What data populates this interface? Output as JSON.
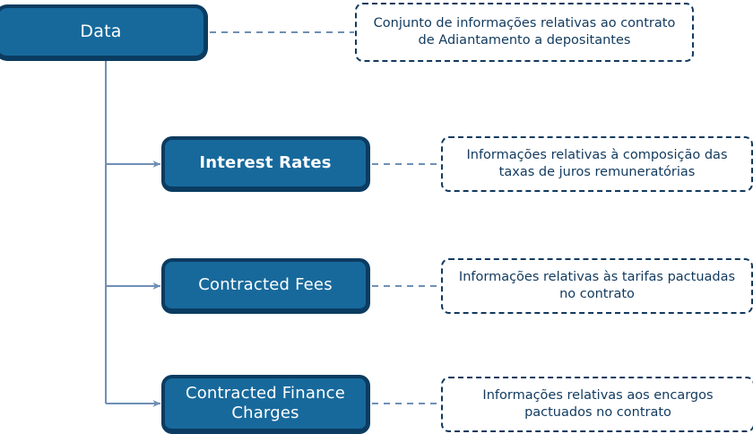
{
  "diagram": {
    "title": "Data",
    "palette": {
      "node_fill": "#17699c",
      "node_border": "#0b3c61",
      "node_text": "#ffffff",
      "note_border": "#123a5e",
      "note_fill": "#ffffff",
      "note_text": "#123a5e",
      "connector": "#6f8fb5",
      "background": "#ffffff"
    },
    "root": {
      "label": "Data",
      "note": "Conjunto de informações relativas ao contrato de Adiantamento a depositantes"
    },
    "children": [
      {
        "label": "Interest Rates",
        "note": "Informações relativas à composição das taxas de juros remuneratórias"
      },
      {
        "label": "Contracted Fees",
        "note": "Informações relativas às tarifas pactuadas no contrato"
      },
      {
        "label": "Contracted Finance Charges",
        "note": "Informações relativas aos encargos pactuados no contrato"
      }
    ]
  }
}
